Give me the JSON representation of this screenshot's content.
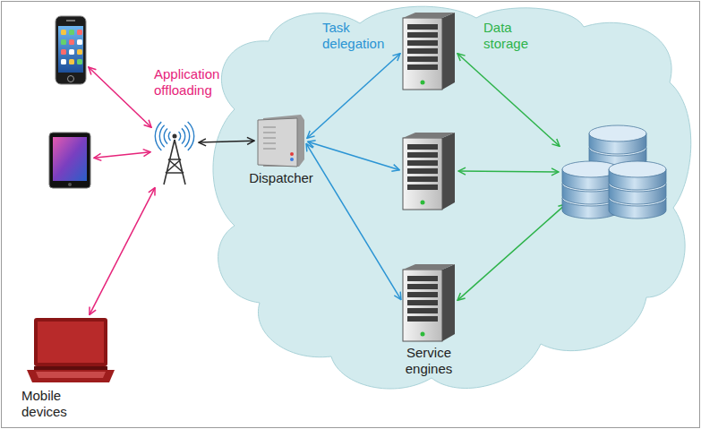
{
  "diagram": {
    "nodes": [
      {
        "text": []
      },
      {
        "text": []
      },
      {
        "text": [
          "Mobile devices"
        ]
      },
      {
        "text": []
      },
      {
        "text": [
          "Dispatcher"
        ]
      },
      {
        "text": []
      },
      {
        "text": []
      },
      {
        "text": [
          "Service engines"
        ]
      },
      {
        "text": []
      }
    ],
    "edges": [
      {
        "from": 0,
        "to": 3,
        "arrow": "both",
        "label": "Application offloading"
      },
      {
        "from": 1,
        "to": 3,
        "arrow": "both"
      },
      {
        "from": 2,
        "to": 3,
        "arrow": "both"
      },
      {
        "from": 3,
        "to": 4,
        "arrow": "both"
      },
      {
        "from": 4,
        "to": 5,
        "arrow": "both",
        "label": "Task delegation"
      },
      {
        "from": 4,
        "to": 6,
        "arrow": "both"
      },
      {
        "from": 4,
        "to": 7,
        "arrow": "both"
      },
      {
        "from": 5,
        "to": 8,
        "arrow": "both",
        "label": "Data storage"
      },
      {
        "from": 6,
        "to": 8,
        "arrow": "both"
      },
      {
        "from": 7,
        "to": 8,
        "arrow": "both"
      }
    ]
  }
}
